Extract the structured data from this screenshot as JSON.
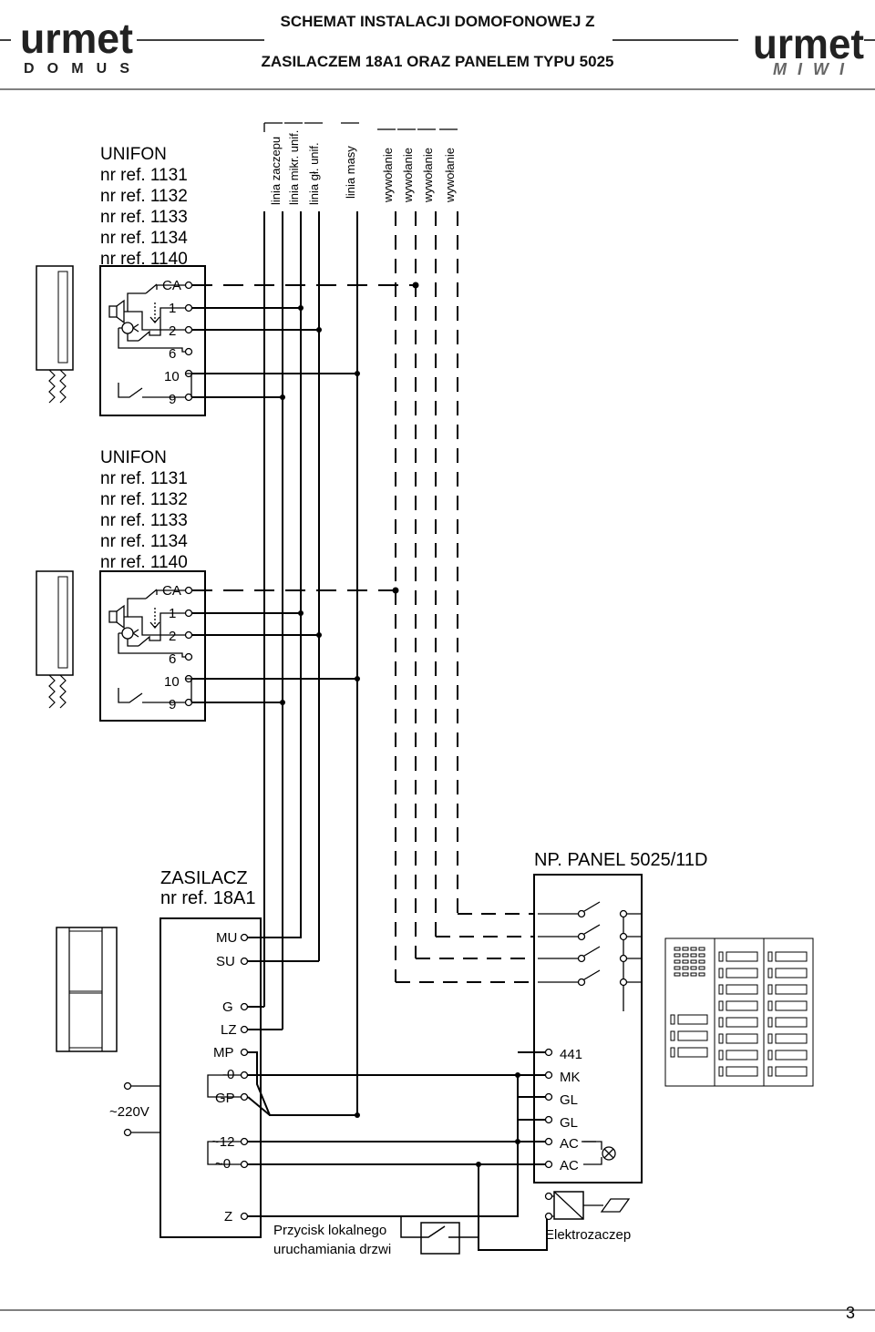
{
  "header": {
    "title_line1": "SCHEMAT INSTALACJI DOMOFONOWEJ Z",
    "title_line2": "ZASILACZEM 18A1 ORAZ PANELEM TYPU 5025",
    "logo_left": "urmet",
    "logo_left_sub": "DOMUS",
    "logo_right": "urmet",
    "logo_right_sub": "MIWI"
  },
  "bus_lines": [
    "linia zaczepu",
    "linia mikr. unif.",
    "linia gł. unif.",
    "linia masy",
    "wywołanie",
    "wywołanie",
    "wywołanie",
    "wywołanie"
  ],
  "handsets": [
    {
      "title": "UNIFON",
      "refs": [
        "nr ref. 1131",
        "nr ref. 1132",
        "nr ref. 1133",
        "nr ref. 1134",
        "nr ref. 1140"
      ],
      "terminals": [
        "CA",
        "1",
        "2",
        "6",
        "10",
        "9"
      ]
    },
    {
      "title": "UNIFON",
      "refs": [
        "nr ref. 1131",
        "nr ref. 1132",
        "nr ref. 1133",
        "nr ref. 1134",
        "nr ref. 1140"
      ],
      "terminals": [
        "CA",
        "1",
        "2",
        "6",
        "10",
        "9"
      ]
    }
  ],
  "power_supply": {
    "title": "ZASILACZ",
    "ref": "nr ref. 18A1",
    "terminals": [
      "MU",
      "SU",
      "G",
      "LZ",
      "MP",
      "-0",
      "GP",
      "~12",
      "~0",
      "Z"
    ],
    "mains": "~220V"
  },
  "panel": {
    "title": "NP.  PANEL 5025/11D",
    "terminals": [
      "441",
      "MK",
      "GL",
      "GL",
      "AC",
      "AC"
    ]
  },
  "lock_button": [
    "Przycisk lokalnego",
    "uruchamiania drzwi"
  ],
  "door_lock": "Elektrozaczep",
  "page_number": "3"
}
